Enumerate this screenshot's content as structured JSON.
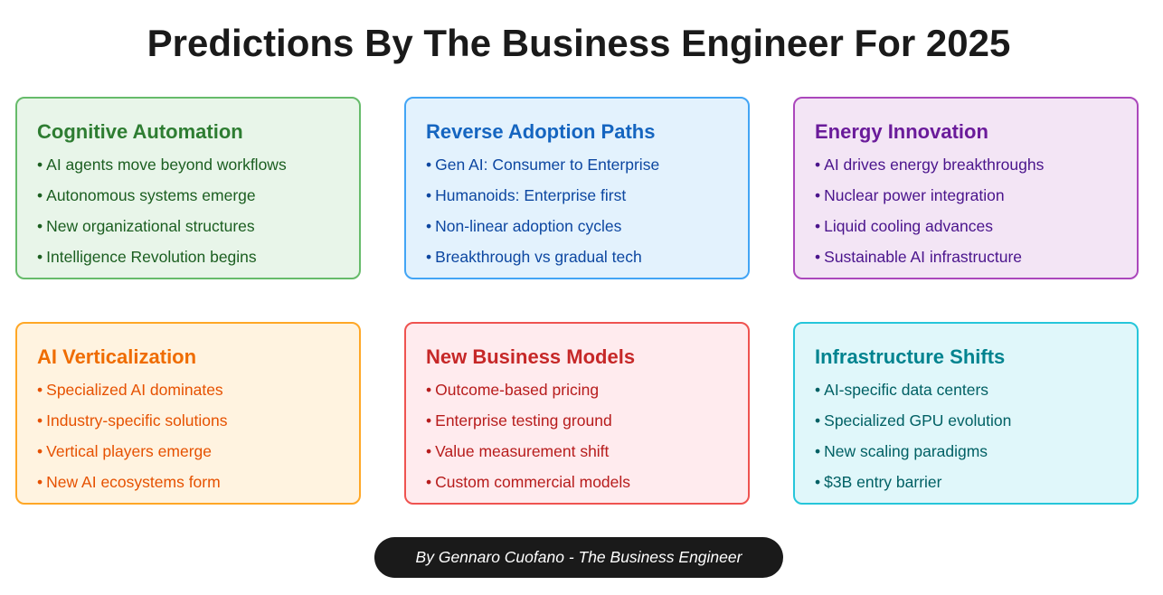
{
  "title": "Predictions By The Business Engineer For 2025",
  "bullet": "•",
  "cards": [
    {
      "title": "Cognitive Automation",
      "color": "#2e7d32",
      "items": [
        "AI agents move beyond workflows",
        "Autonomous systems emerge",
        "New organizational structures",
        "Intelligence Revolution begins"
      ]
    },
    {
      "title": "Reverse Adoption Paths",
      "color": "#1565c0",
      "items": [
        "Gen AI: Consumer to Enterprise",
        "Humanoids: Enterprise first",
        "Non-linear adoption cycles",
        "Breakthrough vs gradual tech"
      ]
    },
    {
      "title": "Energy Innovation",
      "color": "#6a1b9a",
      "items": [
        "AI drives energy breakthroughs",
        "Nuclear power integration",
        "Liquid cooling advances",
        "Sustainable AI infrastructure"
      ]
    },
    {
      "title": "AI Verticalization",
      "color": "#ef6c00",
      "items": [
        "Specialized AI dominates",
        "Industry-specific solutions",
        "Vertical players emerge",
        "New AI ecosystems form"
      ]
    },
    {
      "title": "New Business Models",
      "color": "#c62828",
      "items": [
        "Outcome-based pricing",
        "Enterprise testing ground",
        "Value measurement shift",
        "Custom commercial models"
      ]
    },
    {
      "title": "Infrastructure Shifts",
      "color": "#00838f",
      "items": [
        "AI-specific data centers",
        "Specialized GPU evolution",
        "New scaling paradigms",
        "$3B entry barrier"
      ]
    }
  ],
  "footer": "By Gennaro Cuofano - The Business Engineer"
}
